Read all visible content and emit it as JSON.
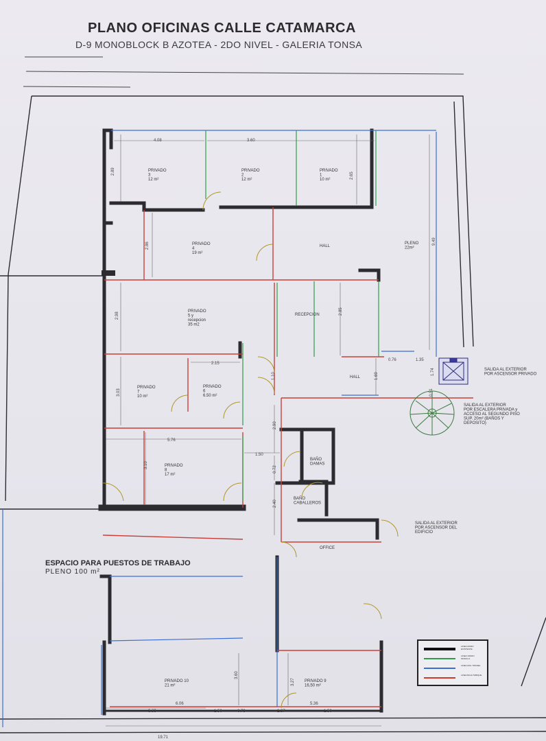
{
  "title": "PLANO OFICINAS CALLE CATAMARCA",
  "subtitle": "D-9 MONOBLOCK B   AZOTEA - 2DO NIVEL - GALERIA TONSA",
  "rooms": {
    "privado3": {
      "name": "PRIVADO\n3",
      "area": "12 m²"
    },
    "privado2": {
      "name": "PRIVADO\n2",
      "area": "12 m²"
    },
    "privado1": {
      "name": "PRIVADO\n1",
      "area": "10 m²"
    },
    "privado4": {
      "name": "PRIVADO\n4",
      "area": "19 m²"
    },
    "hall_top": {
      "name": "HALL"
    },
    "pleno_right": {
      "name": "PLENO",
      "area": "22m²"
    },
    "privado5": {
      "name": "PRIVADO\n5 y\nrecepcion",
      "area": "35 m2"
    },
    "recepcion": {
      "name": "RECEPCION"
    },
    "hall_mid": {
      "name": "HALL"
    },
    "privado7": {
      "name": "PRIVADO\n7",
      "area": "10 m²"
    },
    "privado6": {
      "name": "PRIVADO\n6",
      "area": "6.50 m²"
    },
    "privado8": {
      "name": "PRIVADO\n8",
      "area": "17 m²"
    },
    "bano_damas": {
      "name": "BAÑO\nDAMAS"
    },
    "bano_caballeros": {
      "name": "BAÑO\nCABALLEROS"
    },
    "office": {
      "name": "OFFICE"
    },
    "espacio": {
      "name": "ESPACIO PARA PUESTOS DE TRABAJO",
      "area": "PLENO 100 m²"
    },
    "privado10": {
      "name": "PRIVADO 10",
      "area": "21 m²"
    },
    "privado9": {
      "name": "PRIVADO 9",
      "area": "16,50 m²"
    }
  },
  "notes": {
    "ascensor_privado": "SALIDA AL EXTERIOR\nPOR ASCENSOR PRIVADO",
    "escalera": "SALIDA AL EXTERIOR\nPOR ESCALERA PRIVADA y\nACCESO AL SEGUNDO PISO\nSUP. 20m² (BAÑOS Y\nDEPOSITO)",
    "ascensor_edificio": "SALIDA AL EXTERIOR\nPOR ASCENSOR DEL\nEDIFICIO"
  },
  "dimensions": {
    "d408": "4.08",
    "d360": "3.60",
    "d289": "2.89",
    "d265": "2.65",
    "d286": "2.86",
    "d949": "9.49",
    "d298": "2.98",
    "d285": "2.85",
    "d076": "0.76",
    "d135": "1.35",
    "d174": "1.74",
    "d215": "2.15",
    "d303": "3.03",
    "d110": "1.10",
    "d169": "1.69",
    "d051": "0.51",
    "d576": "5.76",
    "d310": "3.10",
    "d150": "1.50",
    "d290": "2.90",
    "d072": "0.72",
    "d240": "2.40",
    "d383": "3.83",
    "d606": "6.06",
    "d150b": "1.50",
    "d073": "0.73",
    "d237": "2.37",
    "d536": "5.36",
    "d150c": "1.50",
    "d360b": "3.60",
    "d327": "3.27",
    "d1971": "19.71"
  },
  "legend": [
    {
      "color": "#111111",
      "label": "LINEA MURO\nEXISTENTE"
    },
    {
      "color": "#2f9a4a",
      "label": "LINEA VIDRIO\nMODULO"
    },
    {
      "color": "#3a6fd0",
      "label": "LINEA MUL\nTIPANEL"
    },
    {
      "color": "#d03a2a",
      "label": "LINEA BAJA\nTABIQUE"
    }
  ],
  "colors": {
    "wall": "#2c2c30",
    "glass": "#3fa055",
    "panel": "#3b6ed3",
    "partition": "#d0463a",
    "door": "#b59b2e",
    "elevator": "#3a3aa0"
  }
}
